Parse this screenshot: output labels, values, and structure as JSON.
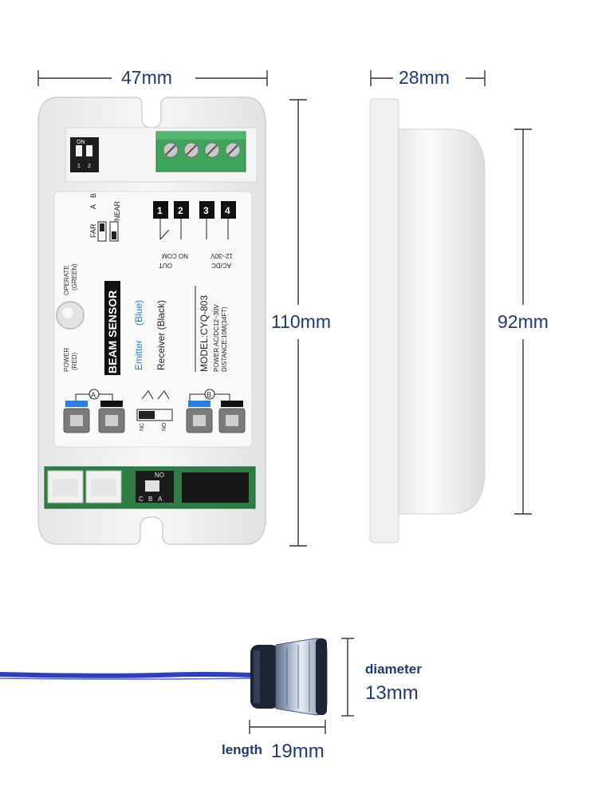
{
  "dimensions": {
    "width": "47mm",
    "depth": "28mm",
    "height_front": "110mm",
    "height_side": "92mm",
    "diameter_label": "diameter",
    "diameter_value": "13mm",
    "length_label": "length",
    "length_value": "19mm"
  },
  "board": {
    "title": "BEAM SENSOR",
    "emitter": "Emitter",
    "emitter_color": "(Blue)",
    "receiver": "Receiver (Black)",
    "model": "MODEL:CYQ-803",
    "power_spec": "POWER AC/DC12~30V",
    "distance_spec": "DISTANCE:10M(34FT)",
    "operate_label": "OPERATE",
    "operate_color": "(GREEN)",
    "power_label": "POWER",
    "power_color": "(RED)",
    "far_label": "FAR",
    "near_label": "NEAR",
    "switch_a": "A",
    "switch_b": "B",
    "switch_1": "1",
    "switch_2": "2",
    "dip_on": "ON",
    "dip_1": "1",
    "dip_2": "2",
    "terminals": [
      "1",
      "2",
      "3",
      "4"
    ],
    "out_label": "OUT",
    "no_com_label": "NO COM",
    "v_label": "12~30V",
    "acdc_label": "AC/DC",
    "nc_label": "NC",
    "no_label": "NO",
    "conn_a": "A",
    "conn_b": "B",
    "pcb_on": "ON",
    "pcb_c": "C",
    "pcb_b": "B",
    "pcb_a": "A"
  },
  "colors": {
    "dimension_text": "#1f3a6e",
    "housing": "#f1f1f1",
    "pcb": "#2e7d45",
    "terminal_block": "#3fa35b",
    "cable": "#2f3fb5",
    "emitter_blue": "#2a7de1"
  }
}
